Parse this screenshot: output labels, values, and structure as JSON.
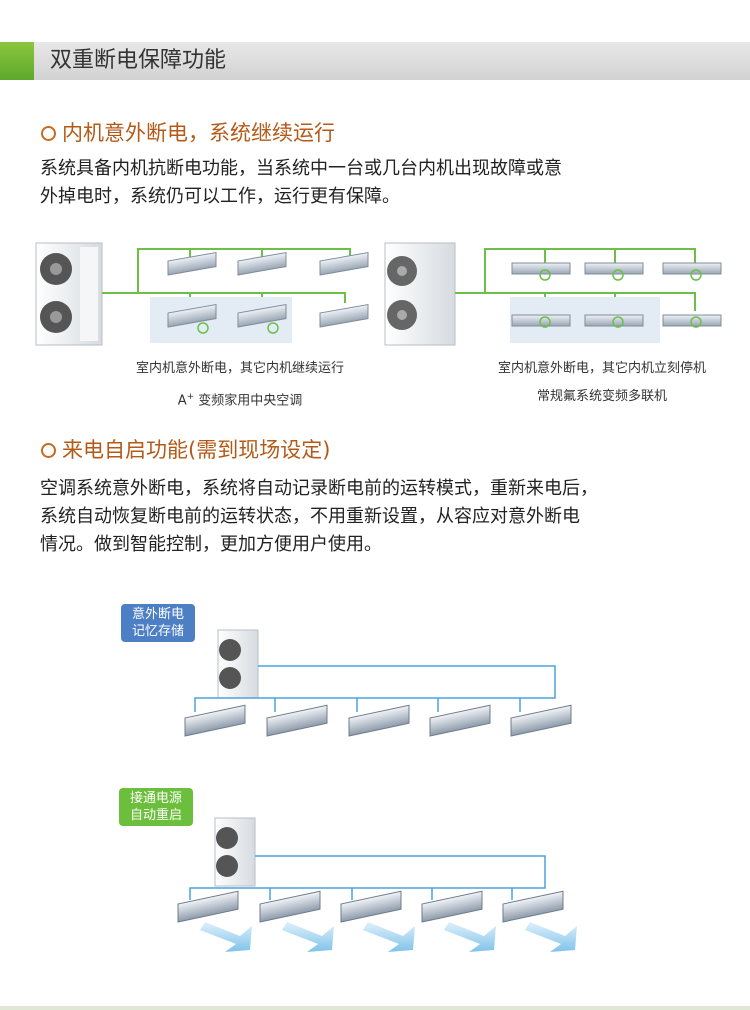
{
  "header": {
    "title": "双重断电保障功能"
  },
  "section1": {
    "title": "内机意外断电，系统继续运行",
    "line1": "系统具备内机抗断电功能，当系统中一台或几台内机出现故障或意",
    "line2": "外掉电时，系统仍可以工作，运行更有保障。",
    "left_caption": "室内机意外断电，其它内机继续运行",
    "left_product_prefix": "A",
    "left_product_sup": "+",
    "left_product_suffix": " 变频家用中央空调",
    "right_caption": "室内机意外断电，其它内机立刻停机",
    "right_product": "常规氟系统变频多联机"
  },
  "section2": {
    "title": "来电自启功能(需到现场设定)",
    "line1": "空调系统意外断电，系统将自动记录断电前的运转模式，重新来电后，",
    "line2": "系统自动恢复断电前的运转状态，不用重新设置，从容应对意外断电",
    "line3": "情况。做到智能控制，更加方便用户使用。",
    "badge1_line1": "意外断电",
    "badge1_line2": "记忆存储",
    "badge2_line1": "接通电源",
    "badge2_line2": "自动重启"
  },
  "colors": {
    "accent": "#b45a18",
    "green": "#6cbf3c",
    "blue": "#4d7fc4",
    "pipe_green": "#6cc04a",
    "pipe_blue": "#4aa3df"
  }
}
